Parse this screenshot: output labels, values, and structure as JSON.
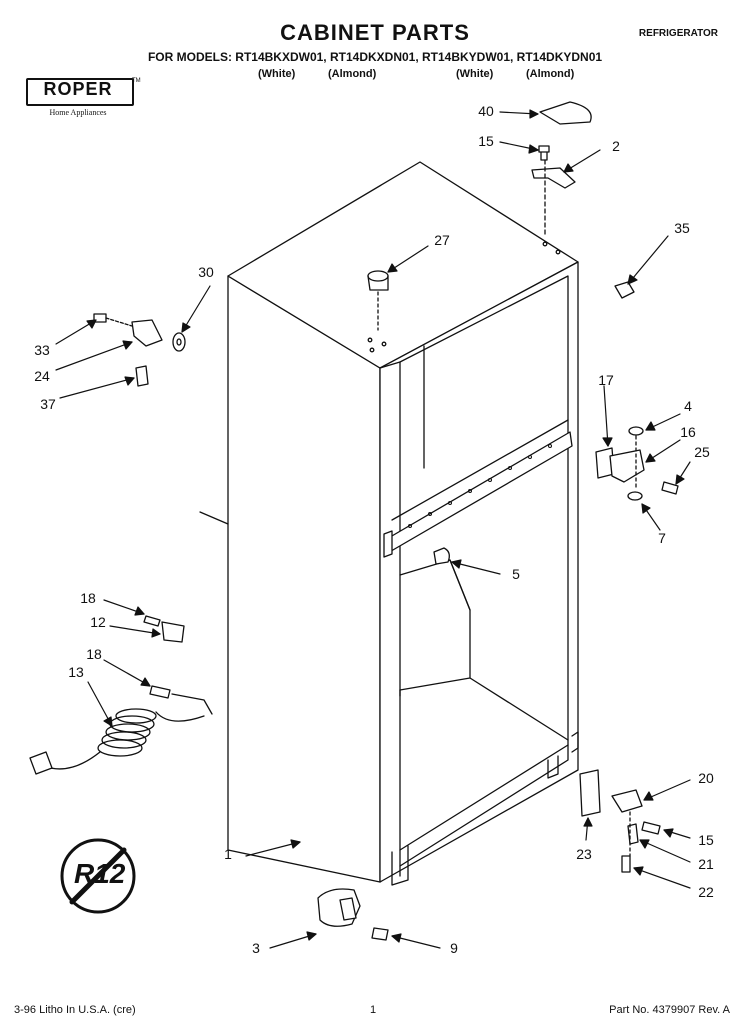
{
  "header": {
    "title": "CABINET PARTS",
    "category": "REFRIGERATOR",
    "models_line": "FOR MODELS: RT14BKXDW01, RT14DKXDN01, RT14BKYDW01, RT14DKYDN01",
    "colors": [
      "(White)",
      "(Almond)",
      "(White)",
      "(Almond)"
    ]
  },
  "brand": {
    "name": "ROPER",
    "tm": "TM",
    "subtitle": "Home Appliances"
  },
  "r12_badge": "R12",
  "callouts": [
    "40",
    "15",
    "2",
    "35",
    "27",
    "30",
    "33",
    "24",
    "37",
    "17",
    "4",
    "16",
    "25",
    "7",
    "5",
    "18",
    "12",
    "18",
    "13",
    "20",
    "15",
    "21",
    "22",
    "23",
    "1",
    "3",
    "9"
  ],
  "footer": {
    "left": "3-96 Litho In U.S.A. (cre)",
    "page": "1",
    "part_no": "Part No. 4379907 Rev. A"
  }
}
